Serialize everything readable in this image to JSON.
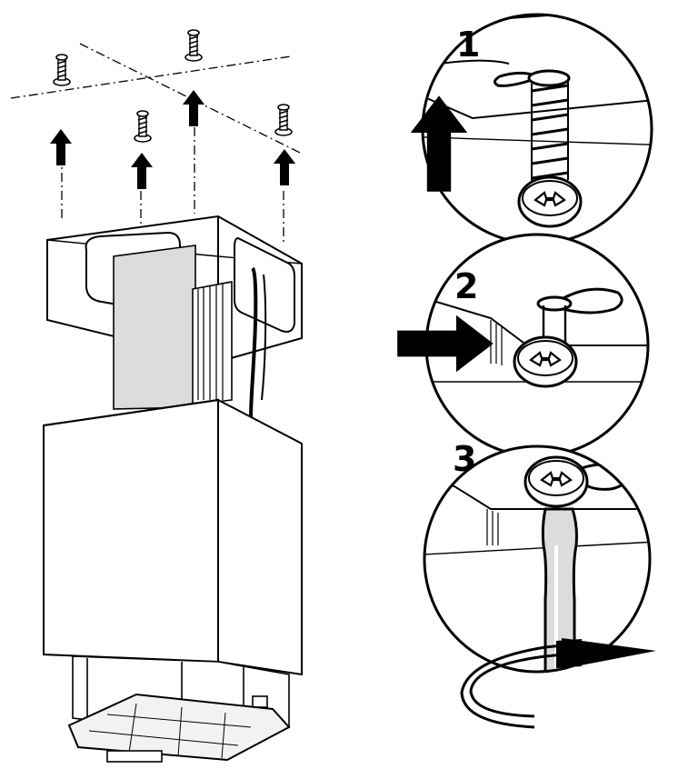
{
  "steps": [
    {
      "number": "1",
      "action": "up-arrow-icon"
    },
    {
      "number": "2",
      "action": "right-arrow-icon"
    },
    {
      "number": "3",
      "action": "rotate-arrow-icon"
    }
  ],
  "colors": {
    "ink": "#000000",
    "paper": "#ffffff",
    "panel_shade": "#dcdcdc",
    "duct_shade": "#e6e6e6"
  }
}
